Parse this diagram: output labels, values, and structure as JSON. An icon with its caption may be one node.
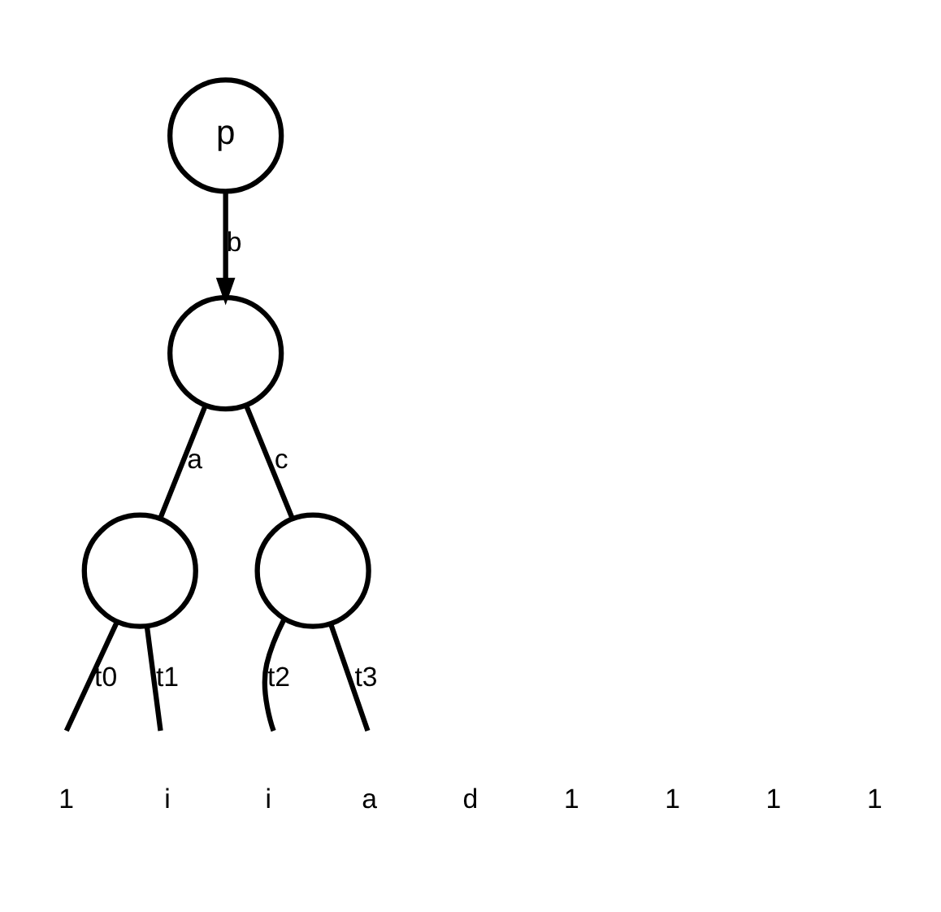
{
  "diagram": {
    "nodes": [
      {
        "text": [
          "p"
        ]
      },
      {
        "text": [],
        "shape": "circle"
      },
      {
        "text": [],
        "shape": "circle"
      },
      {
        "text": [],
        "shape": "circle"
      }
    ],
    "edges": [
      {
        "from": 0,
        "to": 1,
        "arrow": "to",
        "label": "b"
      },
      {
        "from": 1,
        "to": 2,
        "arrow": "none",
        "label": "a"
      },
      {
        "from": 1,
        "to": 3,
        "arrow": "none",
        "label": "c"
      },
      {
        "from": 2,
        "to": null,
        "arrow": "none",
        "label": "t0"
      },
      {
        "from": 2,
        "to": null,
        "arrow": "none",
        "label": "t1"
      },
      {
        "from": 3,
        "to": null,
        "arrow": "none",
        "label": "t2"
      },
      {
        "from": 3,
        "to": null,
        "arrow": "none",
        "label": "t3"
      }
    ],
    "labels": [
      "1",
      "i",
      "i",
      "a",
      "d",
      "1",
      "1",
      "1",
      "1"
    ]
  }
}
